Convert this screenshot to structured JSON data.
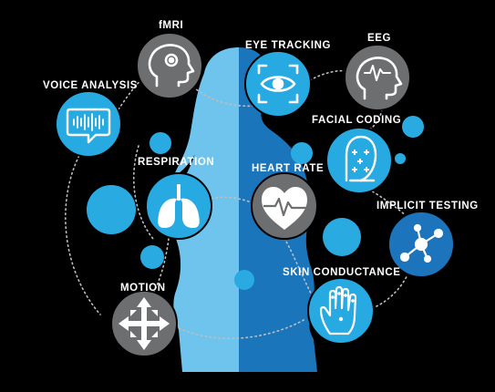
{
  "colors": {
    "background": "#000000",
    "silhouette_light": "#6ec4ec",
    "silhouette_dark": "#1b75bb",
    "node_gray": "#6d6e70",
    "node_light_blue": "#27aae1",
    "node_dark_blue": "#1c75bc",
    "dot_light_blue": "#29abe2",
    "icon_white": "#ffffff",
    "connector": "#bcbec0"
  },
  "labels": {
    "fmri": "fMRI",
    "eye_tracking": "EYE TRACKING",
    "eeg": "EEG",
    "voice_analysis": "VOICE ANALYSIS",
    "facial_coding": "FACIAL CODING",
    "respiration": "RESPIRATION",
    "heart_rate": "HEART RATE",
    "implicit_testing": "IMPLICIT TESTING",
    "skin_conductance": "SKIN CONDUCTANCE",
    "motion": "MOTION"
  },
  "nodes": [
    {
      "key": "fmri",
      "icon": "brain-gear-head-icon",
      "color": "gray"
    },
    {
      "key": "eye_tracking",
      "icon": "eye-scan-icon",
      "color": "light_blue"
    },
    {
      "key": "eeg",
      "icon": "brainwave-head-icon",
      "color": "gray"
    },
    {
      "key": "voice_analysis",
      "icon": "soundwave-speech-bubble-icon",
      "color": "light_blue"
    },
    {
      "key": "facial_coding",
      "icon": "face-points-icon",
      "color": "light_blue"
    },
    {
      "key": "respiration",
      "icon": "lungs-icon",
      "color": "light_blue"
    },
    {
      "key": "heart_rate",
      "icon": "heart-pulse-icon",
      "color": "gray"
    },
    {
      "key": "implicit_testing",
      "icon": "network-nodes-icon",
      "color": "dark_blue"
    },
    {
      "key": "skin_conductance",
      "icon": "hand-sensor-icon",
      "color": "light_blue"
    },
    {
      "key": "motion",
      "icon": "move-arrows-icon",
      "color": "gray"
    }
  ]
}
